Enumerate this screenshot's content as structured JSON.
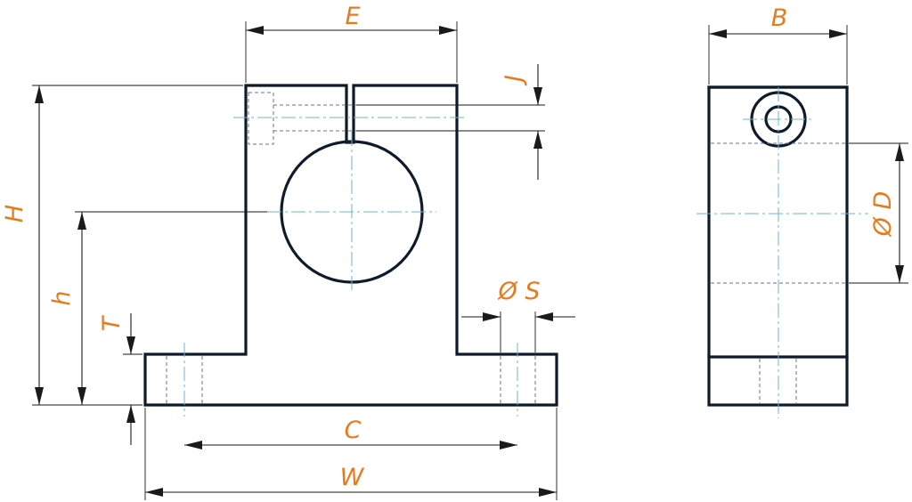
{
  "labels": {
    "E": "E",
    "B": "B",
    "J": "J",
    "H": "H",
    "h": "h",
    "T": "T",
    "D": "Ø D",
    "S": "Ø S",
    "C": "C",
    "W": "W"
  },
  "colors": {
    "outline": "#0f1b2b",
    "dimension_text": "#e87a1e",
    "center_line": "#6fb3d9",
    "hidden_line": "#6a7480",
    "dimension_line": "#1a1a1a"
  }
}
